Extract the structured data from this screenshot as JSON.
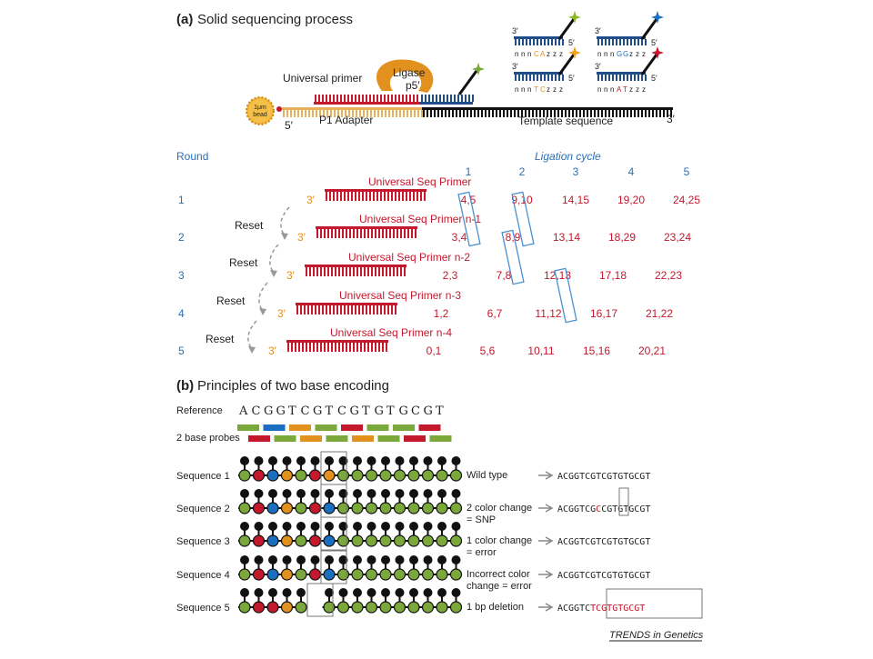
{
  "panel_a": {
    "title_tag": "(a)",
    "title": "Solid sequencing process",
    "bead_label_1": "1μm",
    "bead_label_2": "bead",
    "five_prime_left": "5′",
    "p1_adapter": "P1 Adapter",
    "universal_primer": "Universal primer",
    "ligase": "Ligase",
    "p5": "p5′",
    "template_sequence": "Template sequence",
    "three_prime_right": "3′",
    "probes": [
      {
        "three": "3′",
        "five": "5′",
        "seq": [
          "n",
          "n",
          "n",
          "C",
          "A",
          "z",
          "z",
          "z"
        ],
        "star": "#8ab82a"
      },
      {
        "three": "3′",
        "five": "5′",
        "seq": [
          "n",
          "n",
          "n",
          "G",
          "G",
          "z",
          "z",
          "z"
        ],
        "star": "#1a6fc0"
      },
      {
        "three": "3′",
        "five": "5′",
        "seq": [
          "n",
          "n",
          "n",
          "T",
          "C",
          "z",
          "z",
          "z"
        ],
        "star": "#f0a020"
      },
      {
        "three": "3′",
        "five": "5′",
        "seq": [
          "n",
          "n",
          "n",
          "A",
          "T",
          "z",
          "z",
          "z"
        ],
        "star": "#c4182c"
      }
    ],
    "round_header": "Round",
    "ligation_cycle": "Ligation cycle",
    "cycles": [
      "1",
      "2",
      "3",
      "4",
      "5"
    ],
    "reset": "Reset",
    "three_prime": "3′",
    "rounds": [
      {
        "num": "1",
        "primer": "Universal Seq Primer",
        "values": [
          "4,5",
          "9,10",
          "14,15",
          "19,20",
          "24,25"
        ]
      },
      {
        "num": "2",
        "primer": "Universal Seq Primer n-1",
        "values": [
          "3,4",
          "8,9",
          "13,14",
          "18,29",
          "23,24"
        ]
      },
      {
        "num": "3",
        "primer": "Universal Seq Primer n-2",
        "values": [
          "2,3",
          "7,8",
          "12,13",
          "17,18",
          "22,23"
        ]
      },
      {
        "num": "4",
        "primer": "Universal Seq Primer n-3",
        "values": [
          "1,2",
          "6,7",
          "11,12",
          "16,17",
          "21,22"
        ]
      },
      {
        "num": "5",
        "primer": "Universal Seq Primer n-4",
        "values": [
          "0,1",
          "5,6",
          "10,11",
          "15,16",
          "20,21"
        ]
      }
    ]
  },
  "panel_b": {
    "title_tag": "(b)",
    "title": "Principles of two base encoding",
    "reference_label": "Reference",
    "reference_seq": "ACGGTCGTCGTGTGCGT",
    "probes_label": "2 base probes",
    "probe_row1": [
      "green",
      "blue",
      "orange",
      "green",
      "red",
      "green",
      "green",
      "red"
    ],
    "probe_row2": [
      "red",
      "green",
      "orange",
      "green",
      "orange",
      "green",
      "red",
      "green"
    ],
    "sequences": [
      {
        "label": "Sequence 1",
        "note": "Wild type",
        "note2": "",
        "colors": [
          "green",
          "red",
          "blue",
          "orange",
          "green",
          "red",
          "orange",
          "green",
          "green",
          "green",
          "green",
          "green",
          "green",
          "green",
          "green",
          "green"
        ],
        "result": "ACGGTCGTCGTGTGCGT"
      },
      {
        "label": "Sequence 2",
        "note": "2 color change",
        "note2": "= SNP",
        "colors": [
          "green",
          "red",
          "blue",
          "orange",
          "green",
          "red",
          "blue",
          "green",
          "green",
          "green",
          "green",
          "green",
          "green",
          "green",
          "green",
          "green"
        ],
        "result_pre": "ACGGTCG",
        "result_hl": "C",
        "result_post": "CGTGTGCGT"
      },
      {
        "label": "Sequence 3",
        "note": "1 color change",
        "note2": "= error",
        "colors": [
          "green",
          "red",
          "blue",
          "orange",
          "green",
          "red",
          "blue",
          "green",
          "green",
          "green",
          "green",
          "green",
          "green",
          "green",
          "green",
          "green"
        ],
        "result": "ACGGTCGTCGTGTGCGT"
      },
      {
        "label": "Sequence 4",
        "note": "Incorrect color",
        "note2": "change = error",
        "colors": [
          "green",
          "red",
          "blue",
          "orange",
          "green",
          "red",
          "blue",
          "green",
          "green",
          "green",
          "green",
          "green",
          "green",
          "green",
          "green",
          "green"
        ],
        "result": "ACGGTCGTCGTGTGCGT"
      },
      {
        "label": "Sequence 5",
        "note": "1 bp deletion",
        "note2": "",
        "colors": [
          "green",
          "red",
          "red",
          "orange",
          "green",
          "empty",
          "green",
          "green",
          "green",
          "green",
          "green",
          "green",
          "green",
          "green",
          "green",
          "green"
        ],
        "result_pre": "ACGGTC",
        "result_hl": "TCGTGTGCGT",
        "result_post": ""
      }
    ],
    "credit": "TRENDS in Genetics"
  },
  "colors": {
    "red": "#c4182c",
    "blue": "#1a6fc0",
    "orange": "#e2901e",
    "green": "#7aa83a",
    "navy": "#1f4e8a",
    "tan": "#e8b05a",
    "round_blue": "#2c6fb4"
  }
}
